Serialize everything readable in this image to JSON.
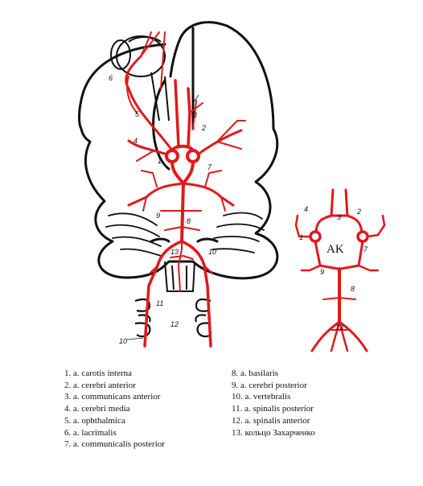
{
  "diagram": {
    "labels": {
      "brain": [
        "1",
        "2",
        "3",
        "4",
        "5",
        "6",
        "7",
        "8",
        "9",
        "10",
        "11",
        "12",
        "13"
      ],
      "schema": [
        "1",
        "2",
        "3",
        "4",
        "7",
        "8",
        "9",
        "13"
      ],
      "schema_center": "AK"
    }
  },
  "legend": {
    "left": [
      "1. a. carotis interna",
      "2. a. cerebri anterior",
      "3. a. communicans anterior",
      "4. a. cerebri media",
      "5. a. ophthalmica",
      "6. a. lacrimalis",
      "7. a. communicalis posterior"
    ],
    "right": [
      "8. a. basilaris",
      "9. a. cerebri posterior",
      "10. a. vertebralis",
      "11. a. spinalis posterior",
      "12. a. spinalis anterior",
      "13. кольцо Захарченко"
    ]
  },
  "colors": {
    "artery": "#e0191b",
    "outline": "#111111"
  }
}
